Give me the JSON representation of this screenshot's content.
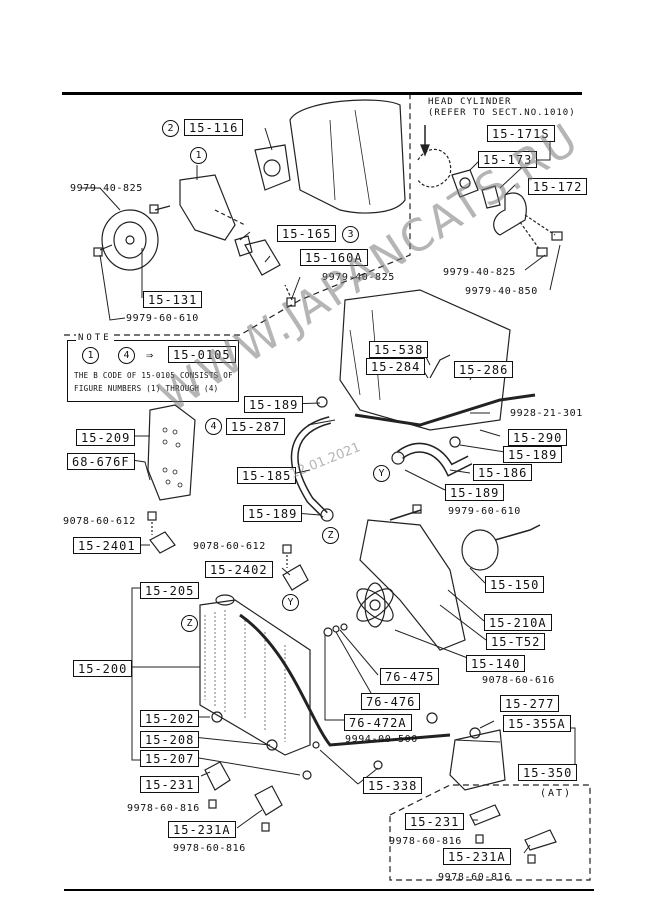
{
  "header_note": {
    "head_cylinder": "HEAD CYLINDER",
    "refer": "(REFER TO SECT.NO.1010)"
  },
  "note_box": {
    "title": "NOTE",
    "from_circle": "1",
    "to_circle": "4",
    "arrow": "⇒",
    "kit_code": "15-0105",
    "line1": "THE B CODE OF 15-0105 CONSISTS OF",
    "line2": "FIGURE NUMBERS (1) THROUGH (4)"
  },
  "callout_circles": {
    "c1": "1",
    "c2": "2",
    "c3": "3",
    "c4": "4",
    "y1": "Y",
    "y2": "Y",
    "z1": "Z",
    "z2": "Z"
  },
  "part_labels": {
    "p15_116": "15-116",
    "p15_131": "15-131",
    "p15_165": "15-165",
    "p15_160a": "15-160A",
    "p15_171s": "15-171S",
    "p15_173": "15-173",
    "p15_172": "15-172",
    "p15_538": "15-538",
    "p15_284": "15-284",
    "p15_286": "15-286",
    "p15_189_a": "15-189",
    "p15_287": "15-287",
    "p15_290": "15-290",
    "p15_189_b": "15-189",
    "p15_186": "15-186",
    "p15_185": "15-185",
    "p15_189_c": "15-189",
    "p15_189_d": "15-189",
    "p15_209": "15-209",
    "p68_676f": "68-676F",
    "p15_2401": "15-2401",
    "p15_2402": "15-2402",
    "p15_205": "15-205",
    "p15_200": "15-200",
    "p15_202": "15-202",
    "p15_208": "15-208",
    "p15_207": "15-207",
    "p15_231_a": "15-231",
    "p15_231a_a": "15-231A",
    "p15_150": "15-150",
    "p15_210a": "15-210A",
    "p15_t52": "15-T52",
    "p15_140": "15-140",
    "p76_475": "76-475",
    "p76_476": "76-476",
    "p76_472a": "76-472A",
    "p15_277": "15-277",
    "p15_355a": "15-355A",
    "p15_350": "15-350",
    "p15_338": "15-338",
    "p15_231_b": "15-231",
    "p15_231a_b": "15-231A"
  },
  "bolt_labels": {
    "b9979_40_825_a": "9979-40-825",
    "b9979_60_610_a": "9979-60-610",
    "b9979_40_825_b": "9979-40-825",
    "b9979_40_825_c": "9979-40-825",
    "b9979_40_850": "9979-40-850",
    "b9928_21_301": "9928-21-301",
    "b9979_60_610_b": "9979-60-610",
    "b9078_60_612_a": "9078-60-612",
    "b9078_60_612_b": "9078-60-612",
    "b9078_60_616": "9078-60-616",
    "b9994_00_500": "9994-00-500",
    "b9978_60_816_a": "9978-60-816",
    "b9978_60_816_b": "9978-60-816",
    "b9978_60_816_c": "9978-60-816",
    "b9978_60_816_d": "9978-60-816"
  },
  "at_group_label": "(AT)",
  "watermark": "WWW.JAPANCATS.RU",
  "date_stamp": "12.01.2021"
}
